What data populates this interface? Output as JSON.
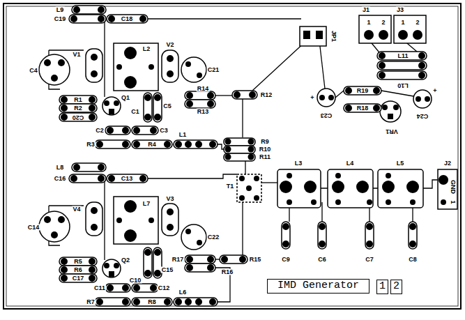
{
  "diagram": {
    "nodes": [
      {
        "text": [
          "IMD Generator"
        ]
      },
      {
        "text": [
          "1"
        ]
      },
      {
        "text": [
          "2"
        ]
      }
    ],
    "labels": [
      "L9",
      "C19",
      "C18",
      "V1",
      "L2",
      "V2",
      "C4",
      "C21",
      "R1",
      "R2",
      "C20",
      "Q1",
      "C1",
      "C5",
      "R14",
      "R13",
      "R12",
      "C2",
      "C3",
      "R3",
      "L1",
      "R4",
      "R9",
      "R10",
      "R11",
      "JP1",
      "J1",
      "J3",
      "1",
      "2",
      "1",
      "2",
      "L11",
      "L10",
      "C23",
      "+",
      "R19",
      "R18",
      "VR1",
      "C24",
      "+",
      "L8",
      "C16",
      "C13",
      "V4",
      "L7",
      "V3",
      "C14",
      "C22",
      "R5",
      "R6",
      "C17",
      "Q2",
      "C10",
      "C15",
      "T1",
      "R17",
      "R16",
      "R15",
      "C11",
      "C12",
      "R7",
      "R8",
      "L6",
      "L3",
      "L4",
      "L5",
      "C9",
      "C6",
      "C7",
      "C8",
      "J2",
      "GND",
      "1"
    ]
  }
}
